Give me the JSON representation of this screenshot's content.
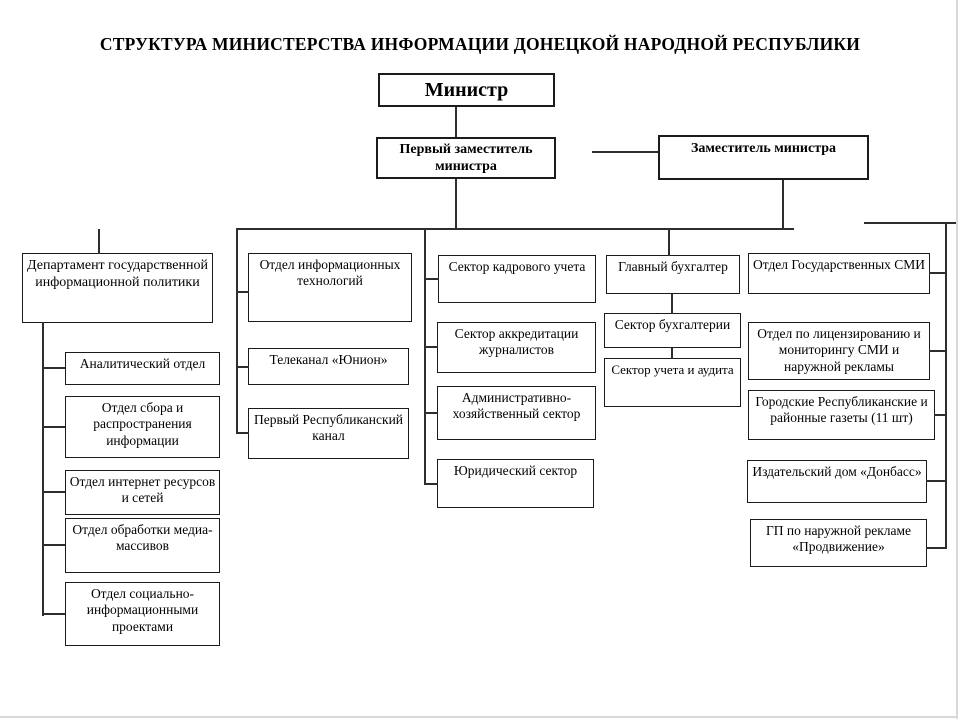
{
  "page": {
    "title": "СТРУКТУРА МИНИСТЕРСТВА ИНФОРМАЦИИ ДОНЕЦКОЙ НАРОДНОЙ РЕСПУБЛИКИ"
  },
  "org": {
    "minister": {
      "label": "Министр"
    },
    "first_deputy": {
      "label": "Первый заместитель министра"
    },
    "deputy": {
      "label": "Заместитель министра"
    },
    "state_policy_department": {
      "label": "Департамент государственной информационной политики",
      "children": {
        "analytical": {
          "label": "Аналитический отдел"
        },
        "collection": {
          "label": "Отдел сбора и распространения информации"
        },
        "internet": {
          "label": "Отдел интернет ресурсов и сетей"
        },
        "media_processing": {
          "label": "Отдел обработки медиа-массивов"
        },
        "social_projects": {
          "label": "Отдел социально-информационными проектами"
        }
      }
    },
    "first_deputy_branch": {
      "it": {
        "label": "Отдел информационных технологий"
      },
      "union_tv": {
        "label": "Телеканал «Юнион»"
      },
      "first_channel": {
        "label": "Первый Республиканский канал"
      },
      "hr": {
        "label": "Сектор кадрового учета"
      },
      "accreditation": {
        "label": "Сектор аккредитации журналистов"
      },
      "admin_household": {
        "label": "Административно-хозяйственный сектор"
      },
      "legal": {
        "label": "Юридический сектор"
      },
      "chief_accountant": {
        "label": "Главный бухгалтер"
      },
      "accounting": {
        "label": "Сектор бухгалтерии"
      },
      "audit": {
        "label": "Сектор учета и аудита"
      }
    },
    "deputy_branch": {
      "state_media": {
        "label": "Отдел Государственных СМИ"
      },
      "licensing": {
        "label": "Отдел по лицензированию и мониторингу СМИ и наружной рекламы"
      },
      "newspapers": {
        "label": "Городские Республиканские и районные газеты (11 шт)"
      },
      "donbass_publishing": {
        "label": "Издательский дом «Донбасс»"
      },
      "outdoor_advertising": {
        "label": "ГП по наружной рекламе «Продвижение»"
      }
    }
  },
  "colors": {
    "background": "#ffffff",
    "box_border": "#1b1b1b",
    "connector": "#2e2e2e",
    "text": "#000000"
  }
}
